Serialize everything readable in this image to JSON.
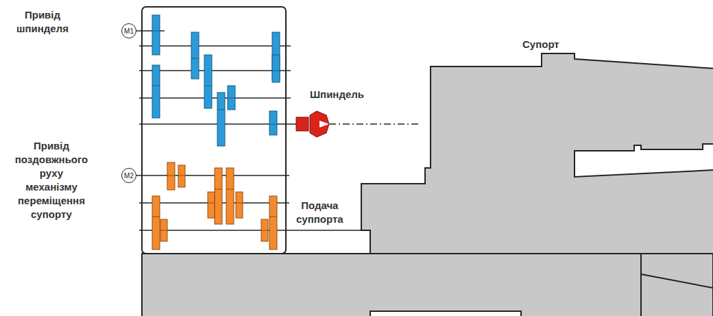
{
  "diagram": {
    "nodes": [
      {
        "text": [
          "M1"
        ]
      },
      {
        "text": [
          "M2"
        ]
      }
    ],
    "labels": [
      "Привід шпинделя",
      "Супорт",
      "Шпиндель",
      "Привід поздовжнього руху механізму переміщення супорту",
      "Подача суппорта"
    ]
  }
}
